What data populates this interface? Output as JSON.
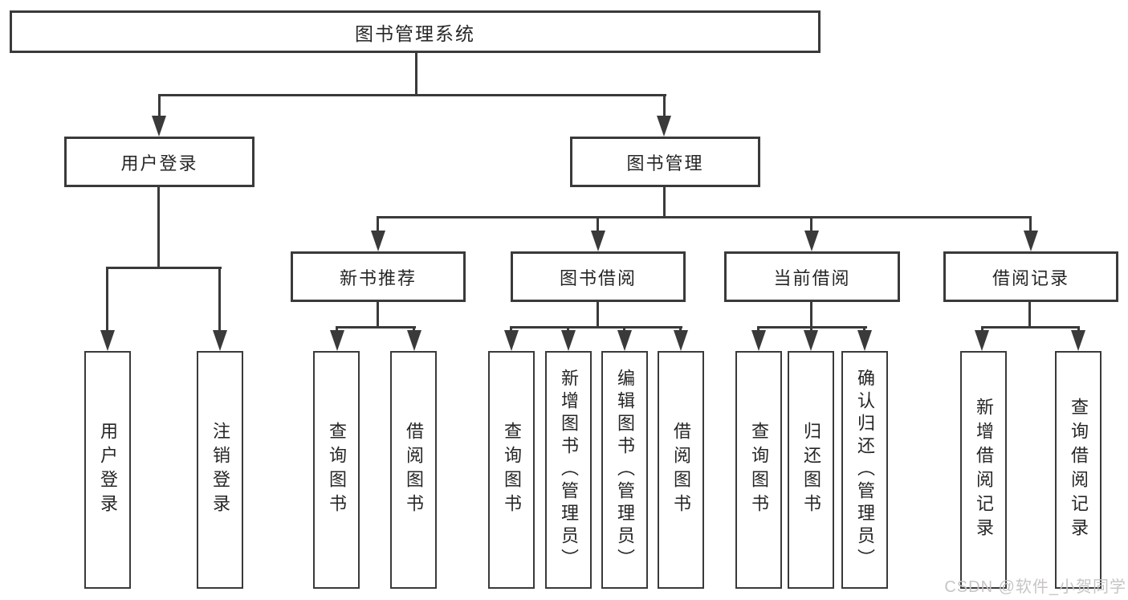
{
  "diagram": {
    "root": {
      "label": "图书管理系统"
    },
    "branches": [
      {
        "label": "用户登录",
        "leaves": [
          "用户登录",
          "注销登录"
        ]
      },
      {
        "label": "图书管理",
        "children": [
          {
            "label": "新书推荐",
            "leaves": [
              "查询图书",
              "借阅图书"
            ]
          },
          {
            "label": "图书借阅",
            "leaves": [
              "查询图书",
              "新增图书（管理员）",
              "编辑图书（管理员）",
              "借阅图书"
            ]
          },
          {
            "label": "当前借阅",
            "leaves": [
              "查询图书",
              "归还图书",
              "确认归还（管理员）"
            ]
          },
          {
            "label": "借阅记录",
            "leaves": [
              "新增借阅记录",
              "查询借阅记录"
            ]
          }
        ]
      }
    ]
  },
  "watermark": {
    "text": "CSDN @软件_小贺同学"
  },
  "colors": {
    "line": "#3a3a3a",
    "box_fill": "#ffffff",
    "text": "#262626",
    "watermark": "#c8c5c4"
  }
}
